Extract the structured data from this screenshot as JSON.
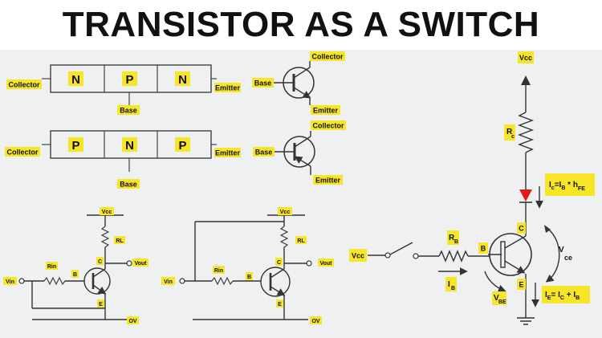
{
  "title": "TRANSISTOR AS A SWITCH",
  "npn_block": {
    "layers": [
      "N",
      "P",
      "N"
    ],
    "collector": "Collector",
    "base": "Base",
    "emitter": "Emitter"
  },
  "pnp_block": {
    "layers": [
      "P",
      "N",
      "P"
    ],
    "collector": "Collector",
    "base": "Base",
    "emitter": "Emitter"
  },
  "npn_symbol": {
    "collector": "Collector",
    "base": "Base",
    "emitter": "Emitter"
  },
  "pnp_symbol": {
    "collector": "Collector",
    "base": "Base",
    "emitter": "Emitter"
  },
  "circuit1": {
    "vcc": "Vcc",
    "rl": "RL",
    "rin": "Rin",
    "vin": "Vin",
    "c": "C",
    "b": "B",
    "e": "E",
    "vout": "Vout",
    "ov": "OV"
  },
  "circuit2": {
    "vcc": "Vcc",
    "rl": "RL",
    "rin": "Rin",
    "vin": "Vin",
    "c": "C",
    "b": "B",
    "e": "E",
    "vout": "Vout",
    "ov": "OV"
  },
  "circuit3": {
    "vcc_top": "Vcc",
    "vcc_left": "Vcc",
    "rc": "R",
    "rc_sub": "c",
    "rb": "R",
    "rb_sub": "B",
    "b": "B",
    "c": "C",
    "e": "E",
    "ib": "I",
    "ib_sub": "B",
    "vbe": "V",
    "vbe_sub": "BE",
    "vce": "V",
    "vce_sub": "ce",
    "ic_formula": "I",
    "ic_sub1": "c",
    "ic_eq": "=I",
    "ic_sub2": "B",
    "ic_mult": " * h",
    "ic_sub3": "FE",
    "ie_formula": "I",
    "ie_sub1": "E",
    "ie_eq": "= I",
    "ie_sub2": "C",
    "ie_plus": " + I",
    "ie_sub3": "B"
  },
  "colors": {
    "background": "#eef0f1",
    "label_box": "#f7e628",
    "diode": "#e01b1b",
    "wire": "#333333"
  }
}
